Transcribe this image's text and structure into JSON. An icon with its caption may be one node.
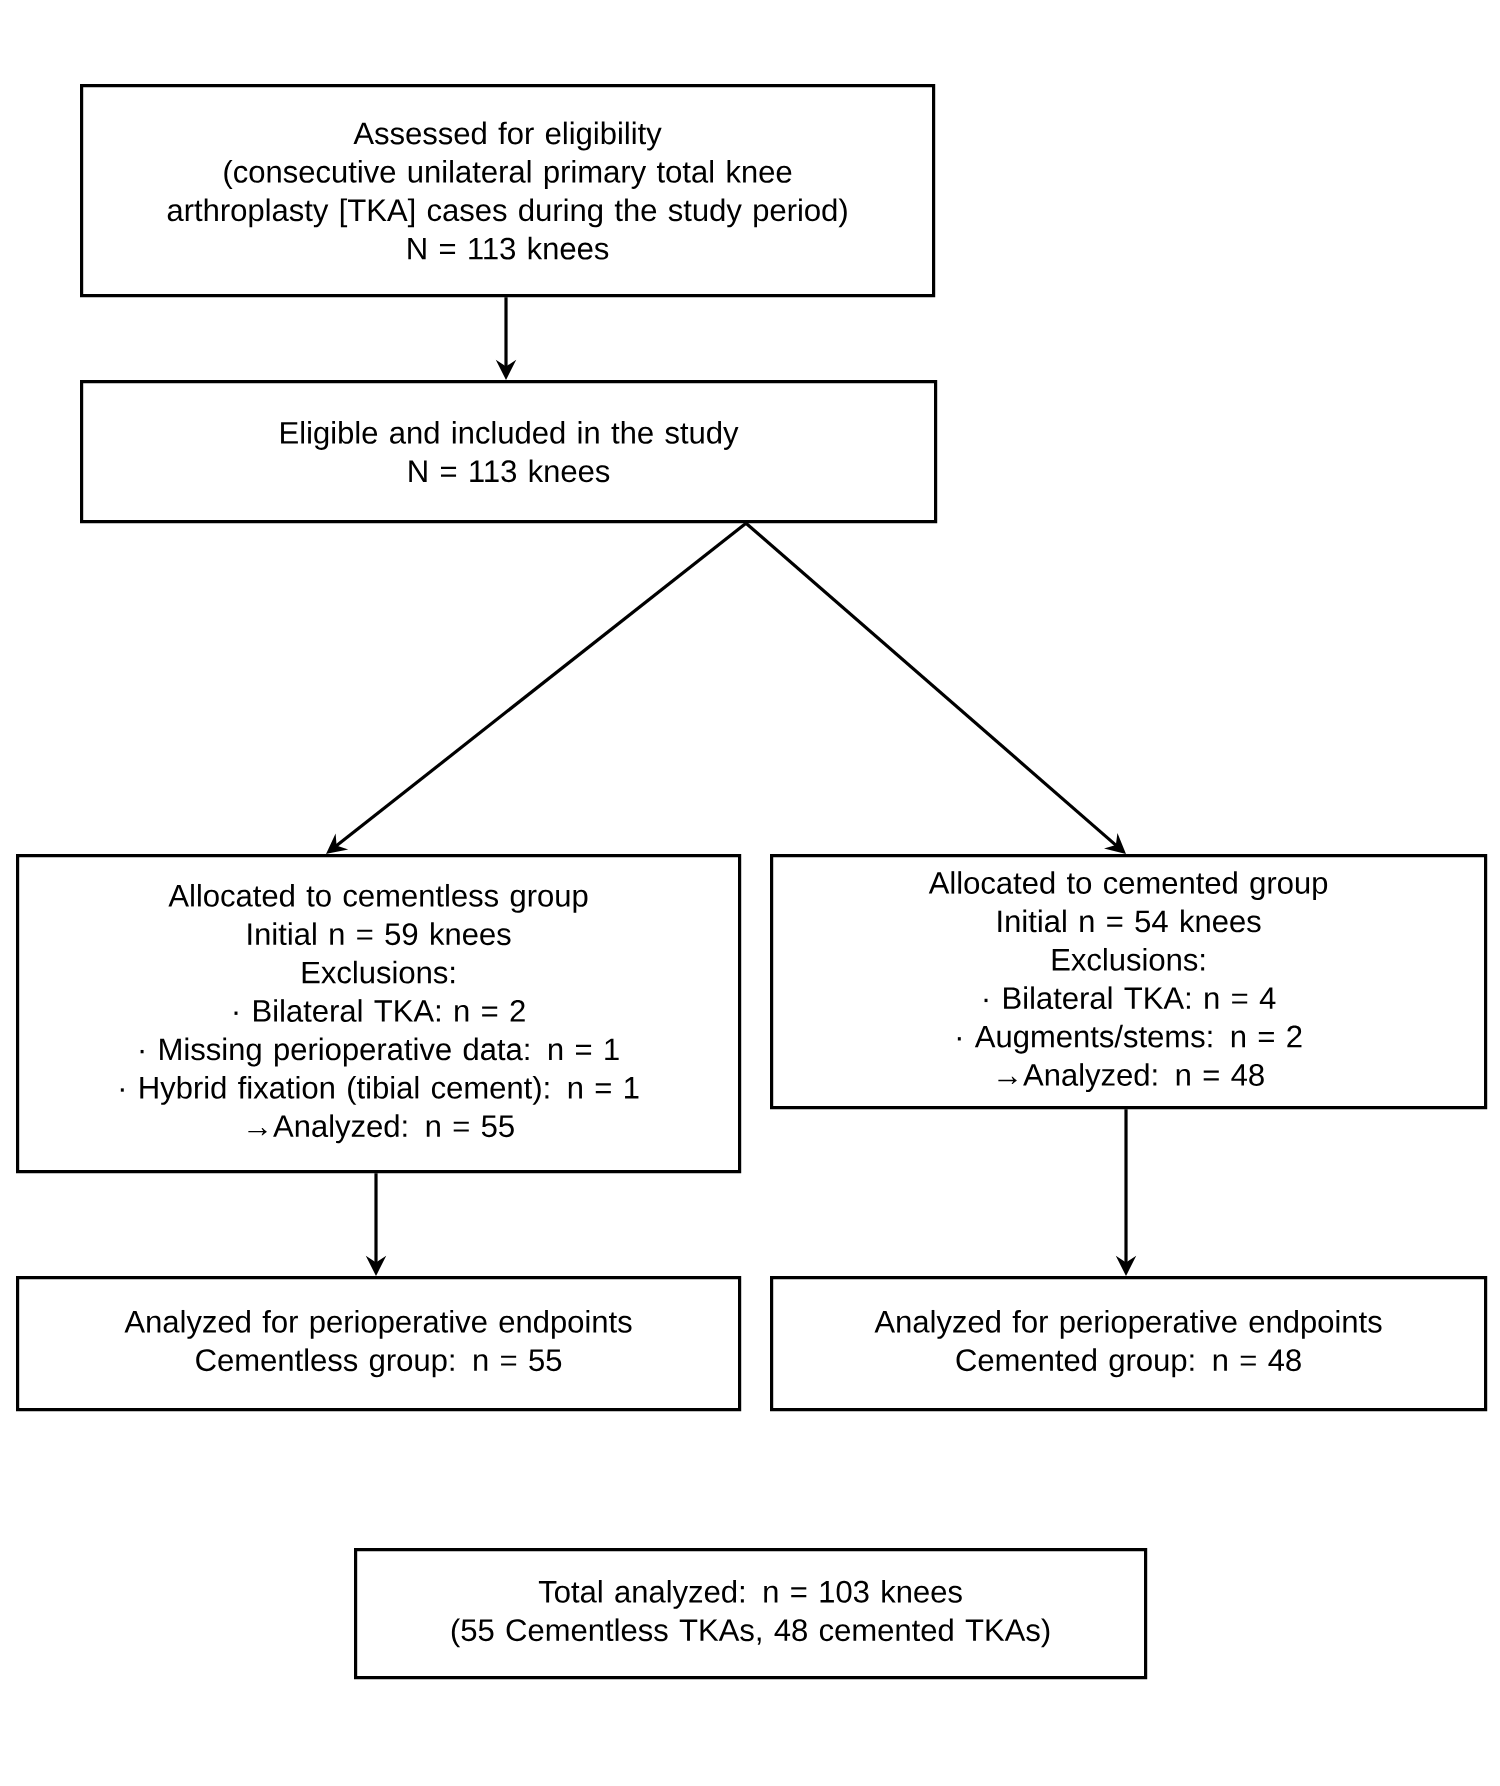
{
  "diagram": {
    "nodes": [
      {
        "text": [
          "Assessed for eligibility",
          "(consecutive unilateral primary total knee arthroplasty [TKA] cases during the study period)",
          "N = 113 knees"
        ]
      },
      {
        "text": [
          "Eligible and included in the study",
          "N = 113 knees"
        ]
      },
      {
        "text": [
          "Allocated to cementless group",
          "Initial n = 59 knees",
          "Exclusions:",
          "· Bilateral TKA: n = 2",
          "· Missing perioperative data: n = 1",
          "· Hybrid fixation (tibial cement): n = 1",
          "→Analyzed: n = 55"
        ]
      },
      {
        "text": [
          "Allocated to cemented group",
          "Initial n = 54 knees",
          "Exclusions:",
          "· Bilateral TKA: n = 4",
          "· Augments/stems: n = 2",
          "→Analyzed: n = 48"
        ]
      },
      {
        "text": [
          "Analyzed for perioperative endpoints",
          "Cementless group: n = 55"
        ]
      },
      {
        "text": [
          "Analyzed for perioperative endpoints",
          "Cemented group: n = 48"
        ]
      },
      {
        "text": [
          "Total analyzed: n = 103 knees",
          "(55 Cementless TKAs, 48 cemented TKAs)"
        ]
      }
    ],
    "edges": [
      {
        "from": 0,
        "to": 1,
        "arrow": "to"
      },
      {
        "from": 1,
        "to": 2,
        "arrow": "to"
      },
      {
        "from": 1,
        "to": 3,
        "arrow": "to"
      },
      {
        "from": 2,
        "to": 4,
        "arrow": "to"
      },
      {
        "from": 3,
        "to": 5,
        "arrow": "to"
      }
    ]
  }
}
